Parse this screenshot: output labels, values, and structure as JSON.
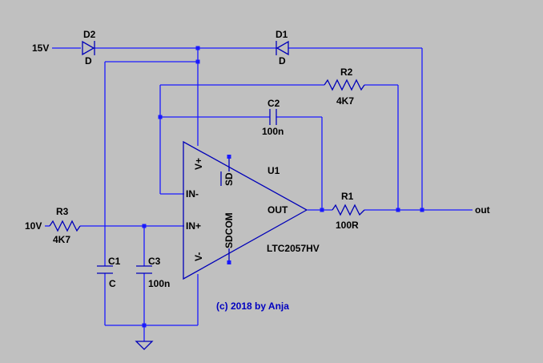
{
  "sources": {
    "v15": "15V",
    "v10": "10V"
  },
  "components": {
    "d2": {
      "ref": "D2",
      "value": "D"
    },
    "d1": {
      "ref": "D1",
      "value": "D"
    },
    "r2": {
      "ref": "R2",
      "value": "4K7"
    },
    "c2": {
      "ref": "C2",
      "value": "100n"
    },
    "r3": {
      "ref": "R3",
      "value": "4K7"
    },
    "r1": {
      "ref": "R1",
      "value": "100R"
    },
    "c1": {
      "ref": "C1",
      "value": "C"
    },
    "c3": {
      "ref": "C3",
      "value": "100n"
    },
    "u1": {
      "ref": "U1",
      "part": "LTC2057HV",
      "pins": {
        "vplus": "V+",
        "vminus": "V-",
        "inminus": "IN-",
        "inplus": "IN+",
        "out": "OUT",
        "sd": "SD",
        "sdcom": "SDCOM"
      }
    }
  },
  "output_label": "out",
  "credit": "(c) 2018 by Anja",
  "colors": {
    "background": "#c0c0c0",
    "wire": "#1a1aff",
    "text": "#000000",
    "credit": "#0000c0"
  }
}
